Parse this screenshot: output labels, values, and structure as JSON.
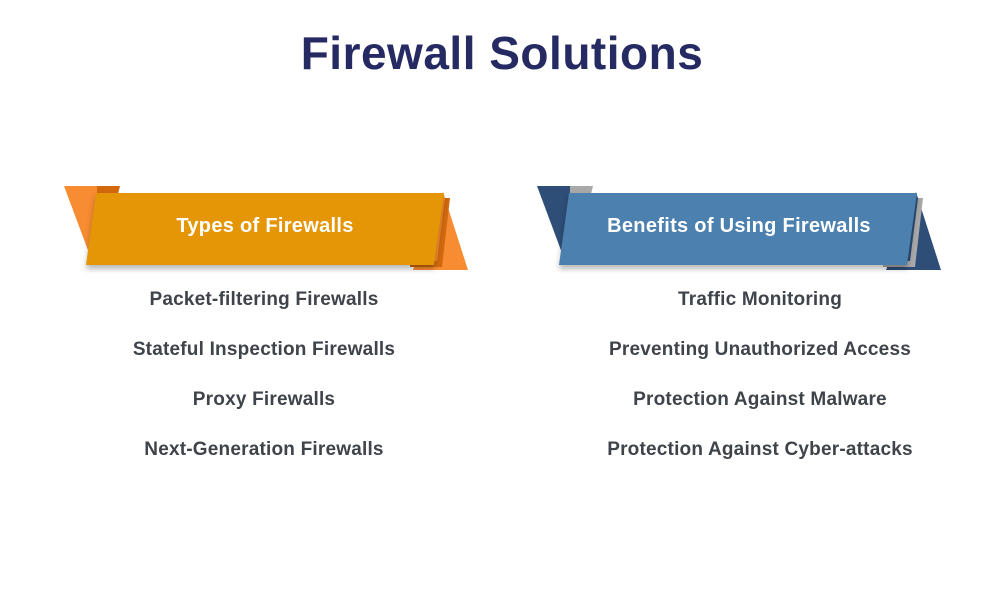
{
  "title": "Firewall Solutions",
  "colors": {
    "background": "#FFFFFF",
    "title_text": "#262A63",
    "item_text": "#3F434A",
    "banner_label_text": "#FFFFFF",
    "orange_banner": "#E49606",
    "orange_tail": "#F78C32",
    "orange_fold": "#D2690E",
    "blue_banner": "#4C80AF",
    "blue_tail": "#2E4E78",
    "blue_fold": "#A9A9A9"
  },
  "columns": [
    {
      "id": "types",
      "banner_label": "Types of Firewalls",
      "items": [
        "Packet-filtering Firewalls",
        "Stateful Inspection Firewalls",
        "Proxy Firewalls",
        "Next-Generation Firewalls"
      ]
    },
    {
      "id": "benefits",
      "banner_label": "Benefits of Using Firewalls",
      "items": [
        "Traffic Monitoring",
        "Preventing Unauthorized Access",
        "Protection Against Malware",
        "Protection Against Cyber-attacks"
      ]
    }
  ]
}
